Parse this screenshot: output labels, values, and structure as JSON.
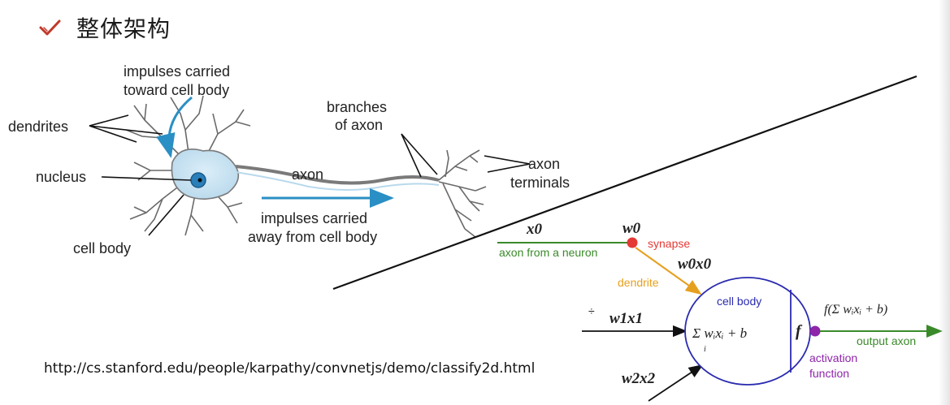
{
  "header": {
    "title": "整体架构",
    "icon": "check-icon",
    "accent": "#c0392b"
  },
  "neuron": {
    "dendrites": "dendrites",
    "nucleus": "nucleus",
    "cell_body": "cell body",
    "impulses_in_1": "impulses carried",
    "impulses_in_2": "toward cell body",
    "axon": "axon",
    "impulses_out_1": "impulses carried",
    "impulses_out_2": "away from cell body",
    "branches_1": "branches",
    "branches_2": "of axon",
    "terminals_1": "axon",
    "terminals_2": "terminals",
    "arrow_color": "#2a8fc4"
  },
  "model": {
    "x0": "x0",
    "w0": "w0",
    "synapse": "synapse",
    "axon_from_neuron": "axon from a neuron",
    "w0x0": "w0x0",
    "dendrite": "dendrite",
    "w1x1": "w1x1",
    "w2x2": "w2x2",
    "cell_body": "cell body",
    "sum_expr": "Σ wᵢxᵢ + b",
    "sum_sub": "i",
    "f": "f",
    "f_expr": "f(Σ wᵢxᵢ + b)",
    "output_axon": "output axon",
    "activation_1": "activation",
    "activation_2": "function",
    "colors": {
      "synapse": "#e53935",
      "axon_in": "#3a8a2a",
      "dendrite": "#e6a020",
      "cell_body": "#2b2bb0",
      "activation": "#8e24aa",
      "output": "#3a8a2a"
    }
  },
  "footer": {
    "url": "http://cs.stanford.edu/people/karpathy/convnetjs/demo/classify2d.html"
  }
}
